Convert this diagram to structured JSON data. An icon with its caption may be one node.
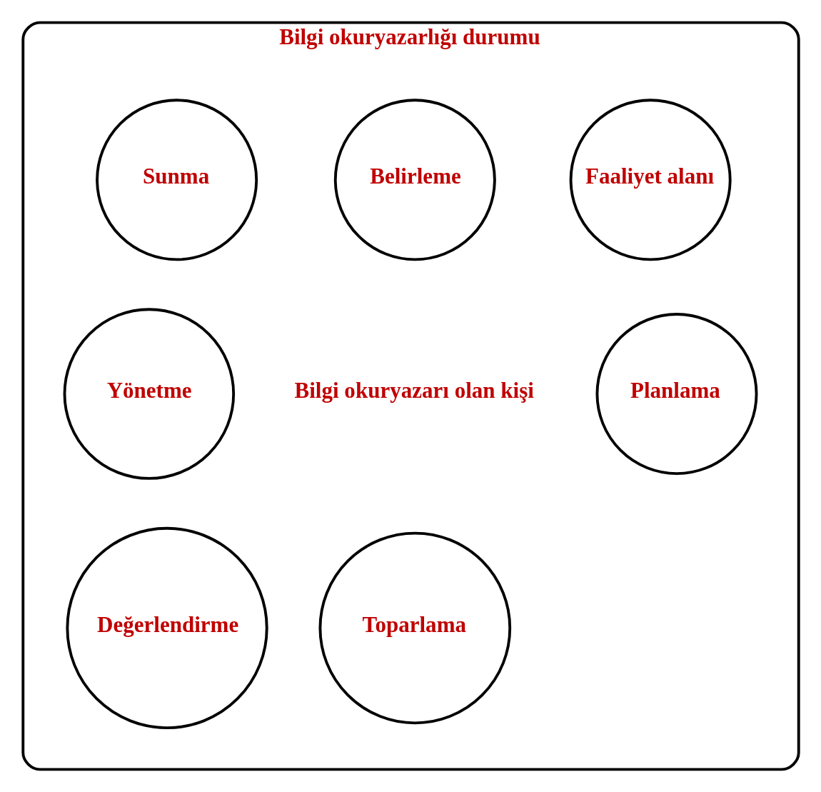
{
  "diagram": {
    "nodes": [
      {
        "text": [
          "Bilgi okuryazarlığı durumu",
          "Bilgi okuryazarı olan kişi"
        ]
      },
      {
        "text": [
          "Belirleme"
        ],
        "in": 0
      },
      {
        "text": [
          "Faaliyet alanı"
        ],
        "in": 0
      },
      {
        "text": [
          "Sunma"
        ],
        "in": 0
      },
      {
        "text": [
          "Planlama"
        ],
        "in": 0
      },
      {
        "text": [
          "Yönetme"
        ],
        "in": 0
      },
      {
        "text": [
          "Değerlendirme"
        ],
        "in": 0
      },
      {
        "text": [
          "Toparlama"
        ],
        "in": 0
      }
    ]
  }
}
